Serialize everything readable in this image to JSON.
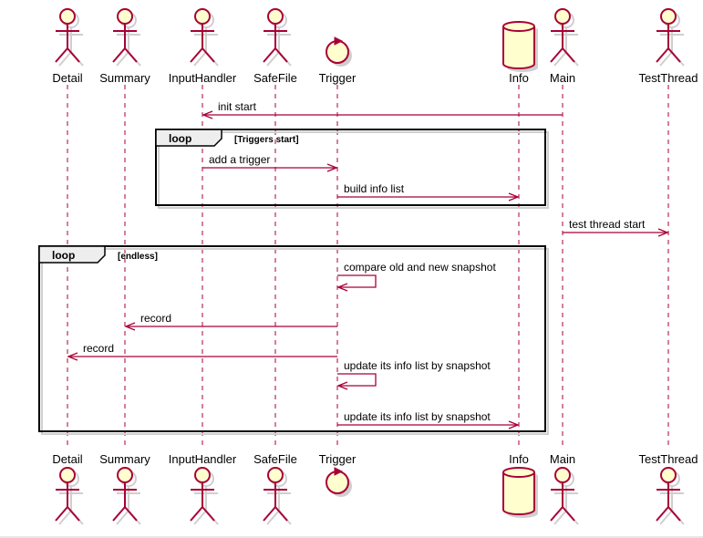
{
  "participants": [
    {
      "id": "detail",
      "name": "Detail",
      "kind": "actor"
    },
    {
      "id": "summary",
      "name": "Summary",
      "kind": "actor"
    },
    {
      "id": "inputhandler",
      "name": "InputHandler",
      "kind": "actor"
    },
    {
      "id": "safefile",
      "name": "SafeFile",
      "kind": "actor"
    },
    {
      "id": "trigger",
      "name": "Trigger",
      "kind": "control"
    },
    {
      "id": "info",
      "name": "Info",
      "kind": "database"
    },
    {
      "id": "main",
      "name": "Main",
      "kind": "actor"
    },
    {
      "id": "testthread",
      "name": "TestThread",
      "kind": "actor"
    }
  ],
  "messages": [
    {
      "id": "m1",
      "from": "main",
      "to": "inputhandler",
      "label": "init start"
    },
    {
      "id": "m2",
      "from": "inputhandler",
      "to": "trigger",
      "label": "add a trigger"
    },
    {
      "id": "m3",
      "from": "trigger",
      "to": "info",
      "label": "build info list"
    },
    {
      "id": "m4",
      "from": "main",
      "to": "testthread",
      "label": "test thread start"
    },
    {
      "id": "m5",
      "from": "trigger",
      "to": "trigger",
      "label": "compare old and new snapshot"
    },
    {
      "id": "m6",
      "from": "trigger",
      "to": "summary",
      "label": "record"
    },
    {
      "id": "m7",
      "from": "trigger",
      "to": "detail",
      "label": "record"
    },
    {
      "id": "m8",
      "from": "trigger",
      "to": "trigger",
      "label": "update its info list by snapshot"
    },
    {
      "id": "m9",
      "from": "trigger",
      "to": "info",
      "label": "update its info list by snapshot"
    }
  ],
  "frames": [
    {
      "id": "f1",
      "keyword": "loop",
      "guard": "[Triggers start]"
    },
    {
      "id": "f2",
      "keyword": "loop",
      "guard": "[endless]"
    }
  ],
  "colors": {
    "line": "#A80036",
    "fill": "#FEFECE",
    "shadow": "#cfcfcf",
    "frame_fill": "#EEEEEE",
    "frame_stroke": "#000000"
  }
}
